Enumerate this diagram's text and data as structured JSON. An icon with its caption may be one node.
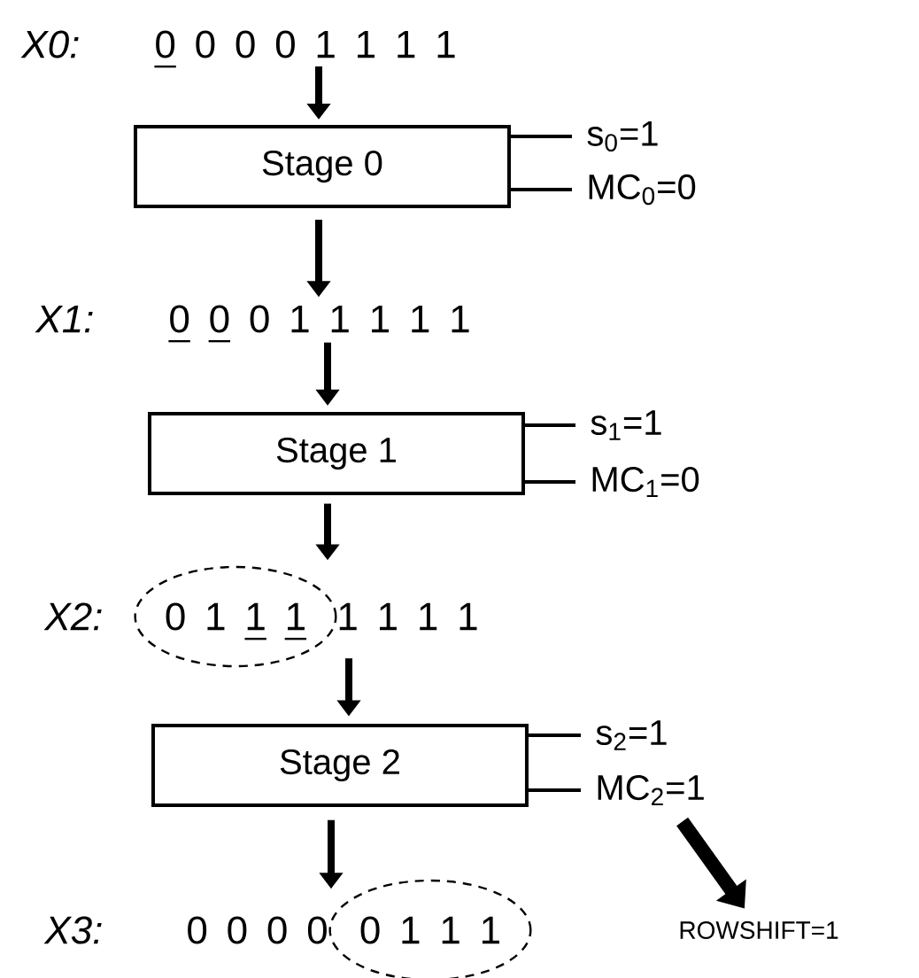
{
  "diagram": {
    "nodes": [
      {
        "text": [
          "0 0 0 0 1 1 1 1"
        ],
        "beside": [
          "X0:"
        ]
      },
      {
        "text": [
          "Stage 0"
        ]
      },
      {
        "text": [
          "s$_{0}$=1"
        ]
      },
      {
        "text": [
          "MC$_{0}$=0"
        ]
      },
      {
        "text": [
          "0 0 0 1 1 1 1 1"
        ],
        "beside": [
          "X1:"
        ]
      },
      {
        "text": [
          "Stage 1"
        ]
      },
      {
        "text": [
          "s$_{1}$=1"
        ]
      },
      {
        "text": [
          "MC$_{1}$=0"
        ]
      },
      {
        "text": [
          "0 1 1 1"
        ],
        "beside": [
          "X2:"
        ]
      },
      {
        "text": [
          "1 1 1 1"
        ]
      },
      {
        "text": [
          "Stage 2"
        ]
      },
      {
        "text": [
          "s$_{2}$=1"
        ]
      },
      {
        "text": [
          "MC$_{2}$=1"
        ]
      },
      {
        "text": [
          "0 0 0 0"
        ],
        "beside": [
          "X3:"
        ]
      },
      {
        "text": [
          "0 1 1 1"
        ]
      },
      {
        "text": [
          "ROWSHIFT=1"
        ]
      }
    ],
    "edges": [
      {
        "from": 0,
        "to": 1,
        "arrow": "to"
      },
      {
        "from": 1,
        "to": 2,
        "arrow": "none"
      },
      {
        "from": 1,
        "to": 3,
        "arrow": "none"
      },
      {
        "from": 1,
        "to": 4,
        "arrow": "to"
      },
      {
        "from": 4,
        "to": 5,
        "arrow": "to"
      },
      {
        "from": 5,
        "to": 6,
        "arrow": "none"
      },
      {
        "from": 5,
        "to": 7,
        "arrow": "none"
      },
      {
        "from": 5,
        "to": 8,
        "arrow": "to"
      },
      {
        "from": 9,
        "to": 10,
        "arrow": "to"
      },
      {
        "from": 10,
        "to": 11,
        "arrow": "none"
      },
      {
        "from": 10,
        "to": 12,
        "arrow": "none"
      },
      {
        "from": 10,
        "to": 13,
        "arrow": "to"
      },
      {
        "from": 12,
        "to": 15,
        "arrow": "to",
        "style": "thick"
      }
    ]
  }
}
